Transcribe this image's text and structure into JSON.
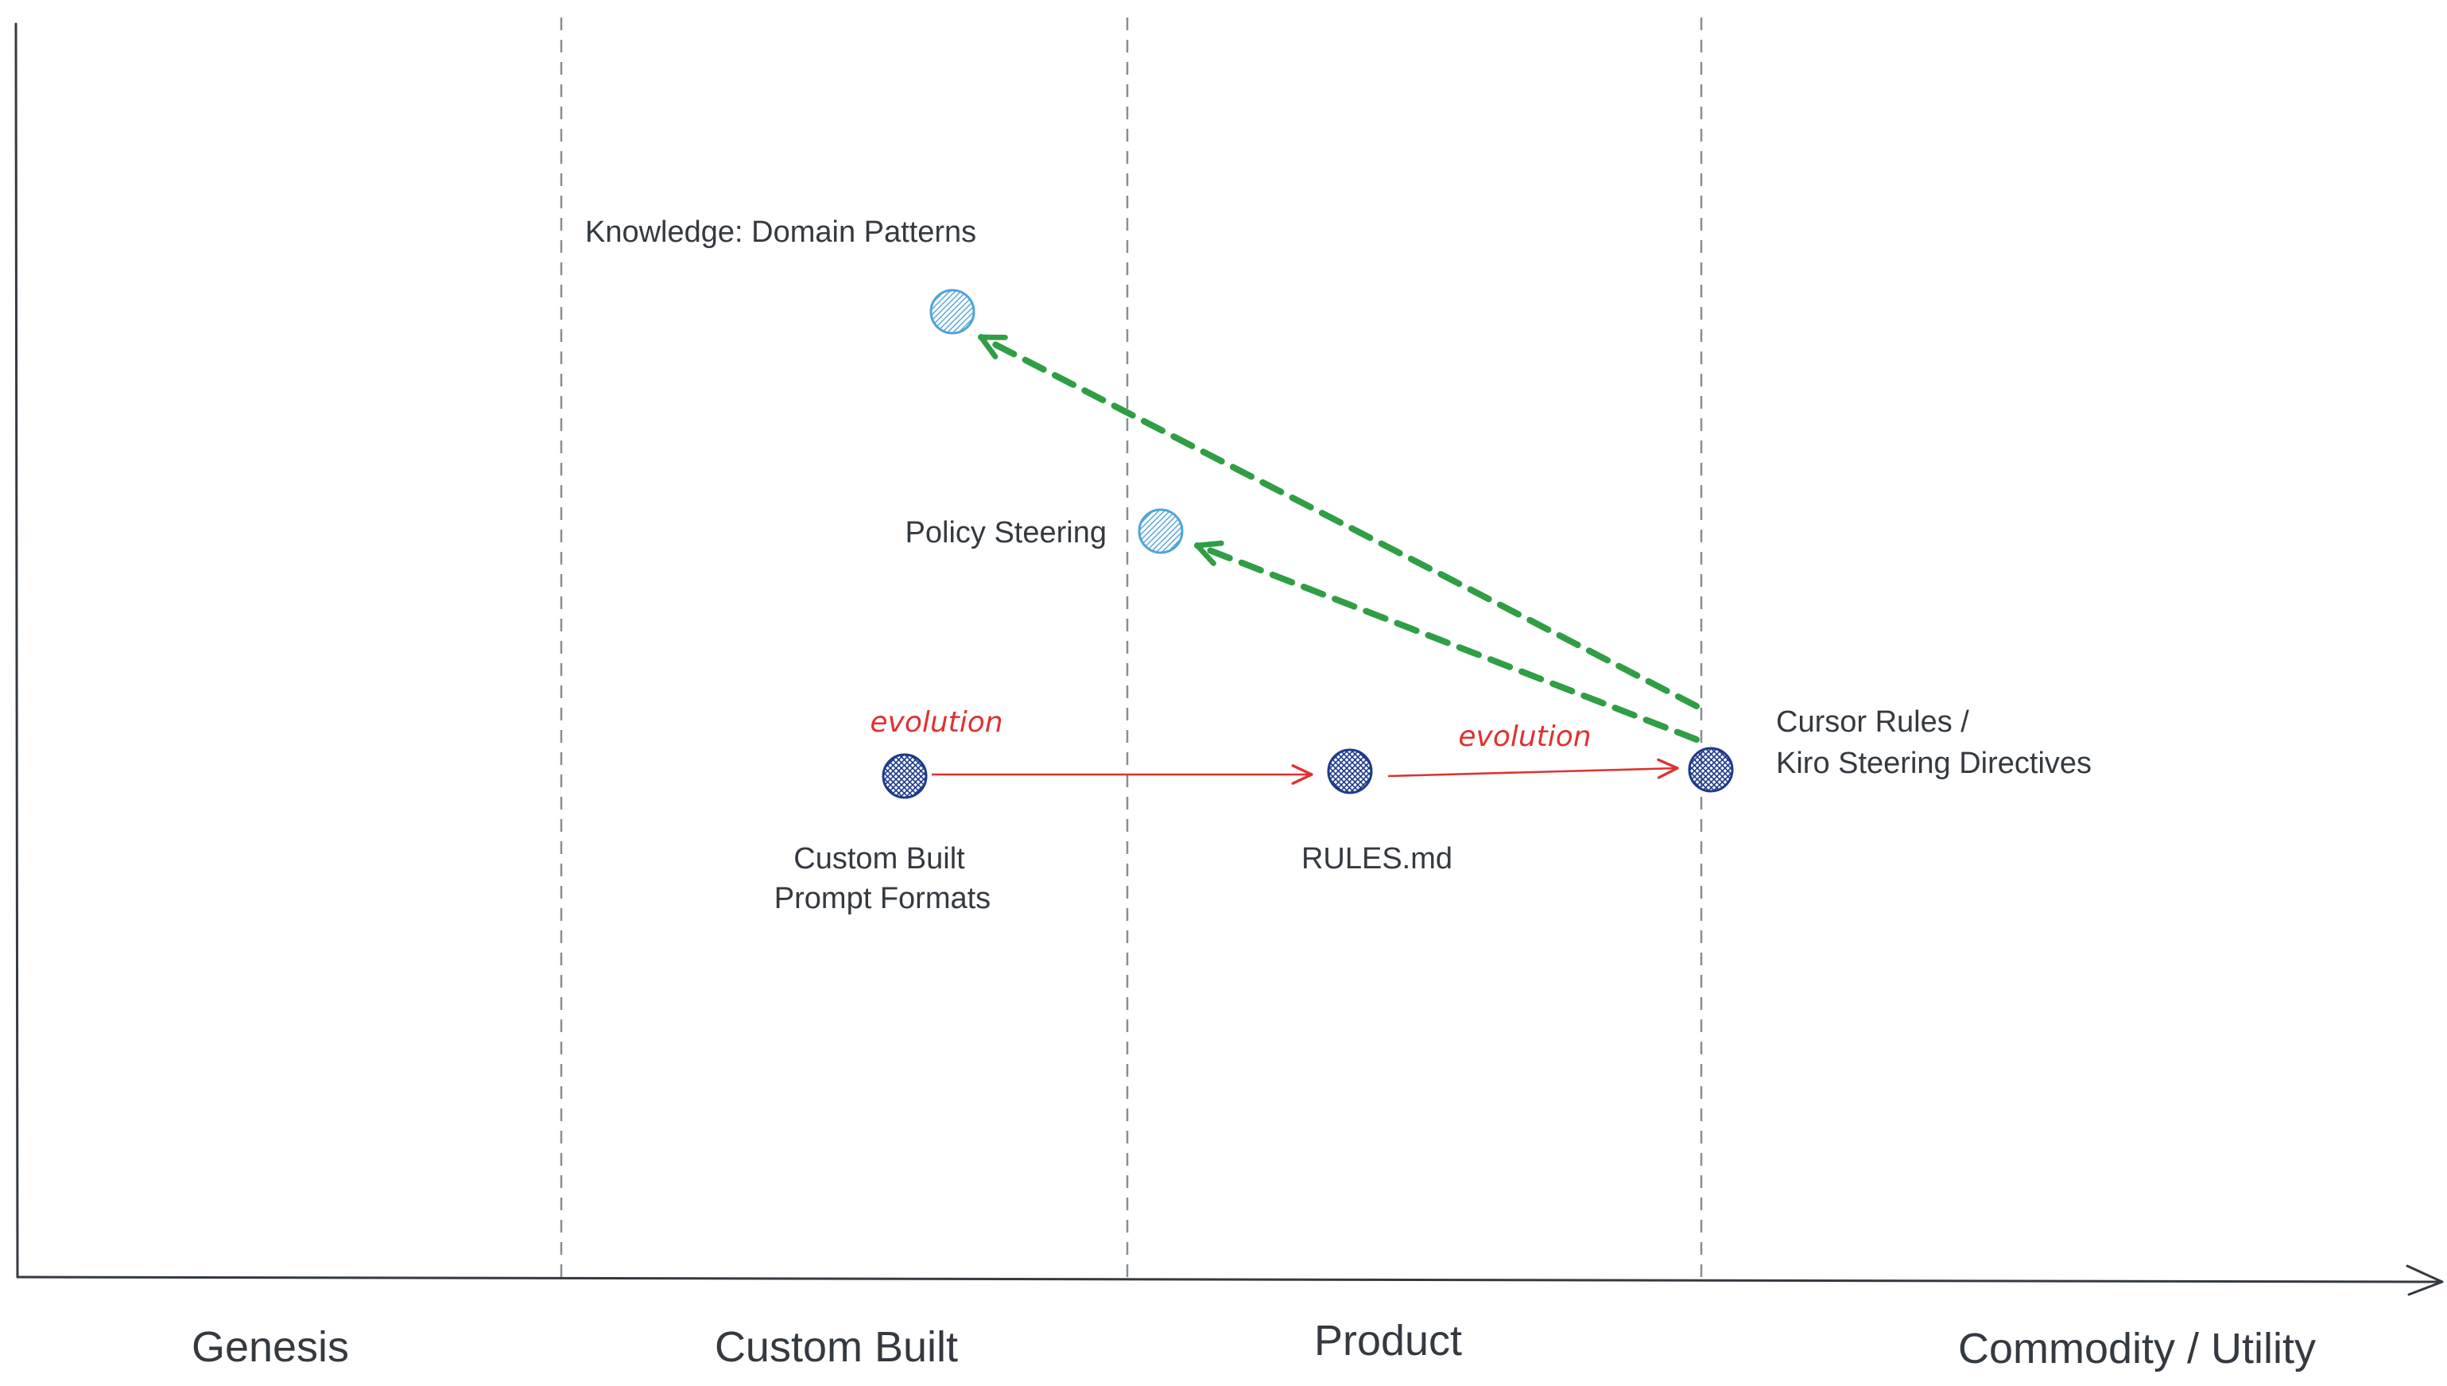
{
  "colors": {
    "axis": "#343a40",
    "divider": "#868e96",
    "text": "#343a40",
    "evolution_arrow": "#e03131",
    "dependency_arrow": "#2f9e44",
    "component_fill": "#1e3a8a",
    "knowledge_fill": "#4ea4d9"
  },
  "stages": [
    {
      "label": "Genesis"
    },
    {
      "label": "Custom Built"
    },
    {
      "label": "Product"
    },
    {
      "label": "Commodity / Utility"
    }
  ],
  "components": [
    {
      "id": "knowledge",
      "kind": "knowledge",
      "lines": [
        "Knowledge: Domain Patterns"
      ]
    },
    {
      "id": "policy",
      "kind": "knowledge",
      "lines": [
        "Policy Steering"
      ]
    },
    {
      "id": "custom-prompt",
      "kind": "component",
      "lines": [
        "Custom Built",
        "Prompt Formats"
      ]
    },
    {
      "id": "rules-md",
      "kind": "component",
      "lines": [
        "RULES.md"
      ]
    },
    {
      "id": "cursor-rules",
      "kind": "component",
      "lines": [
        "Cursor Rules /",
        "Kiro Steering Directives"
      ]
    }
  ],
  "evolution_edges": [
    {
      "from": "custom-prompt",
      "to": "rules-md",
      "label": "evolution"
    },
    {
      "from": "rules-md",
      "to": "cursor-rules",
      "label": "evolution"
    }
  ],
  "dependency_edges": [
    {
      "from": "cursor-rules",
      "to": "knowledge"
    },
    {
      "from": "cursor-rules",
      "to": "policy"
    }
  ]
}
